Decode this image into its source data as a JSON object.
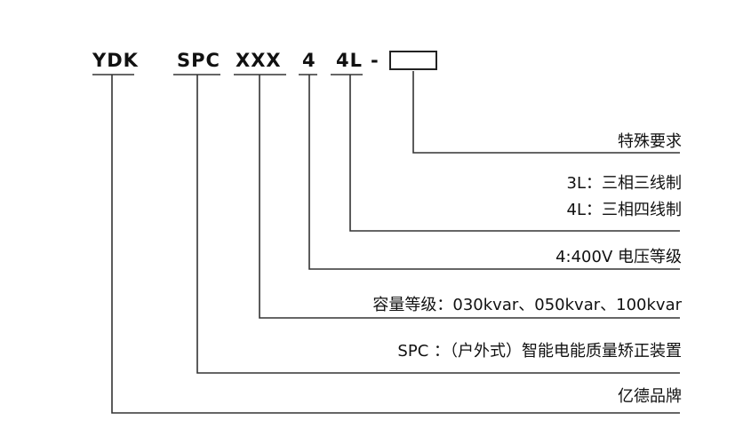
{
  "model_code": {
    "brand": "YDK",
    "type": "SPC",
    "capacity": "XXX",
    "voltage": "4",
    "wiring": "4L",
    "dash": "-"
  },
  "descriptions": {
    "special": "特殊要求",
    "wiring_3l": "3L：三相三线制",
    "wiring_4l": "4L：三相四线制",
    "voltage": "4:400V 电压等级",
    "capacity": "容量等级：030kvar、050kvar、100kvar",
    "type": "SPC ：（户外式）智能电能质量矫正装置",
    "brand": "亿德品牌"
  }
}
